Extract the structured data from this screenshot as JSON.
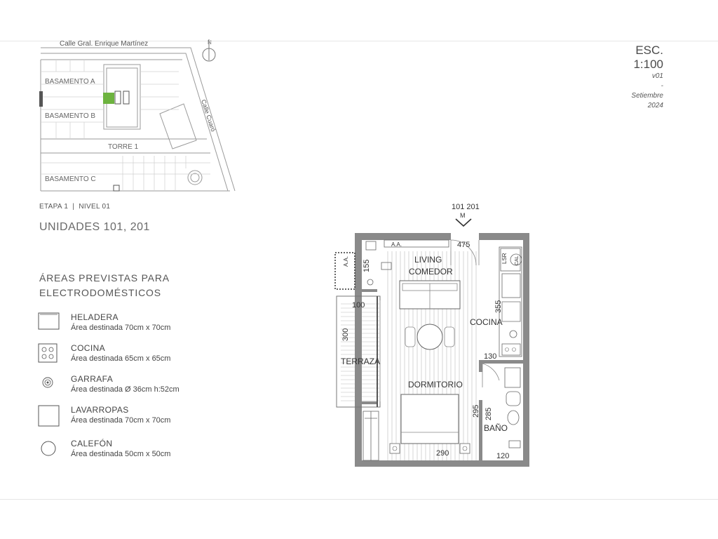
{
  "sheet": {
    "scale_label": "ESC.",
    "scale_value": "1:100",
    "version": "v01",
    "dash": "-",
    "month": "Setiembre",
    "year": "2024"
  },
  "site_plan": {
    "street_top": "Calle Gral. Enrique Martínez",
    "street_right": "Calle Cuaró",
    "north": "N",
    "labels": [
      "BASAMENTO A",
      "BASAMENTO B",
      "TORRE 1",
      "BASAMENTO C"
    ],
    "highlight_color": "#6db33f"
  },
  "etapa": "ETAPA 1  |  NIVEL 01",
  "unidades": "UNIDADES 101, 201",
  "areas_title_1": "ÁREAS PREVISTAS PARA",
  "areas_title_2": "ELECTRODOMÉSTICOS",
  "legend": [
    {
      "name": "HELADERA",
      "desc": "Área destinada 70cm x 70cm",
      "icon": "fridge-icon"
    },
    {
      "name": "COCINA",
      "desc": "Área destinada 65cm x 65cm",
      "icon": "stove-icon"
    },
    {
      "name": "GARRAFA",
      "desc": "Área destinada Ø 36cm h:52cm",
      "icon": "gas-cylinder-icon"
    },
    {
      "name": "LAVARROPAS",
      "desc": "Área destinada 70cm x 70cm",
      "icon": "washer-icon"
    },
    {
      "name": "CALEFÓN",
      "desc": "Área destinada 50cm x 50cm",
      "icon": "water-heater-icon"
    }
  ],
  "floor_plan": {
    "unit_label": "101 201",
    "entry_mark": "M",
    "rooms": {
      "living": "LIVING",
      "comedor": "COMEDOR",
      "cocina": "COCINA",
      "terraza": "TERRAZA",
      "dormitorio": "DORMITORIO",
      "bano": "BAÑO"
    },
    "tags": {
      "aa_top": "A.A.",
      "aa_side": "A.A.",
      "lsr": "LSR",
      "cal": "CAL"
    },
    "dimensions": {
      "d475": "475",
      "d155": "155",
      "d100": "100",
      "d355": "355",
      "d300": "300",
      "d130": "130",
      "d295": "295",
      "d285": "285",
      "d290": "290",
      "d120": "120"
    }
  }
}
